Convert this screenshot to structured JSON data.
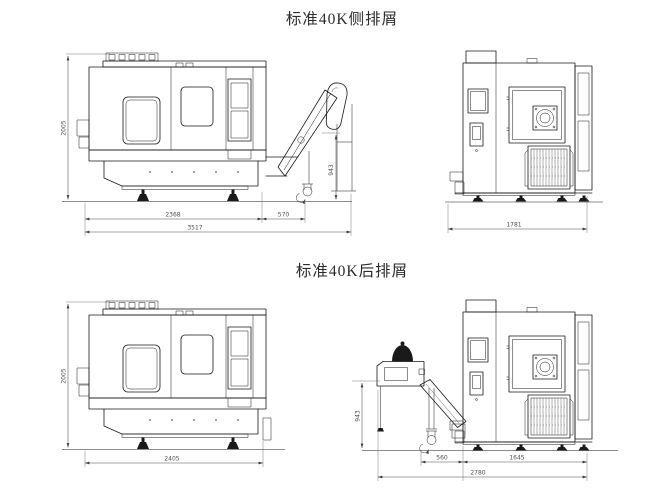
{
  "titles": {
    "top": "标准40K侧排屑",
    "bottom": "标准40K后排屑"
  },
  "drawings": {
    "side_conveyor_view": {
      "machine_height": "2005",
      "body_width": "2368",
      "conveyor_offset": "570",
      "total_width": "3517",
      "discharge_height": "943"
    },
    "rear_view_top": {
      "base_width": "1781"
    },
    "rear_conveyor_side_view": {
      "machine_height": "2005",
      "base_width": "2405"
    },
    "rear_conveyor_rear_view": {
      "discharge_height": "943",
      "conveyor_offset": "560",
      "body_width": "1645",
      "total_width": "2780"
    }
  },
  "colors": {
    "linework": "#1a1a1a",
    "dimension": "#4a4a4a",
    "background": "#ffffff"
  }
}
